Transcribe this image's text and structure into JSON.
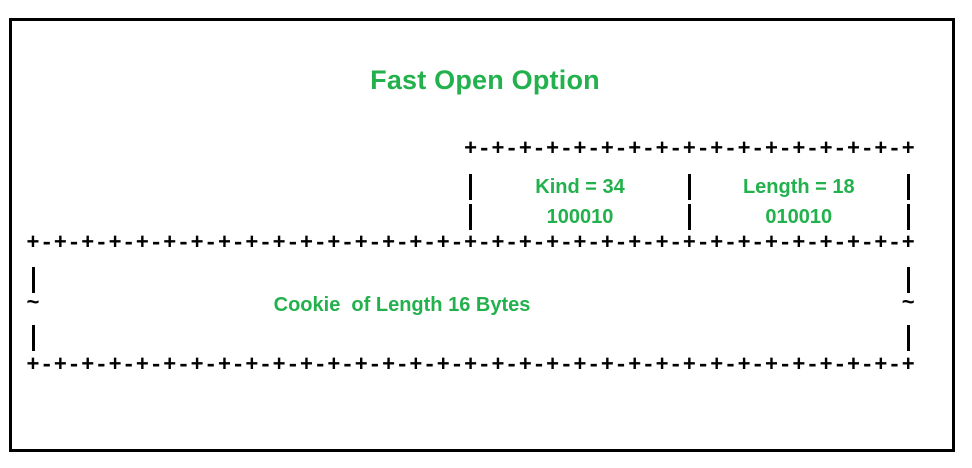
{
  "title": "Fast Open Option",
  "colors": {
    "text_green": "#22b14c",
    "ascii_black": "#000000",
    "background": "#ffffff",
    "border": "#000000"
  },
  "diagram": {
    "type": "tcp-option-packet-layout",
    "separator_glyph": "+",
    "dash_glyph": "-",
    "pipe_glyph": "|",
    "tilde_glyph": "~",
    "rows": {
      "header_separator_top": "+-+-+-+-+-+-+-+-+-+-+-+-+-+-+-+-+",
      "header_separator_full": "+-+-+-+-+-+-+-+-+-+-+-+-+-+-+-+-+-+-+-+-+-+-+-+-+-+-+-+-+-+-+-+-+",
      "footer_separator_full": "+-+-+-+-+-+-+-+-+-+-+-+-+-+-+-+-+-+-+-+-+-+-+-+-+-+-+-+-+-+-+-+-+"
    },
    "fields": {
      "kind_label": "Kind = 34",
      "kind_binary": "100010",
      "length_label": "Length = 18",
      "length_binary": "010010",
      "cookie_label": "Cookie  of Length 16 Bytes"
    }
  }
}
